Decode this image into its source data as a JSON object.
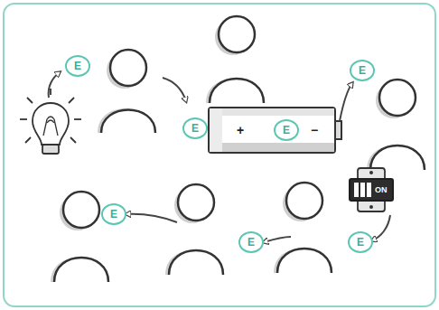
{
  "diagram": {
    "nodes": [
      {
        "text": [
          "E"
        ]
      },
      {
        "text": [
          "E"
        ]
      },
      {
        "text": [
          "+",
          "−"
        ]
      },
      {
        "text": [
          "E"
        ],
        "in": 2
      },
      {
        "text": [
          "E"
        ]
      },
      {
        "text": [
          "ON"
        ]
      },
      {
        "text": [
          "E"
        ]
      },
      {
        "text": [
          "E"
        ]
      },
      {
        "text": [
          "E"
        ]
      }
    ]
  }
}
